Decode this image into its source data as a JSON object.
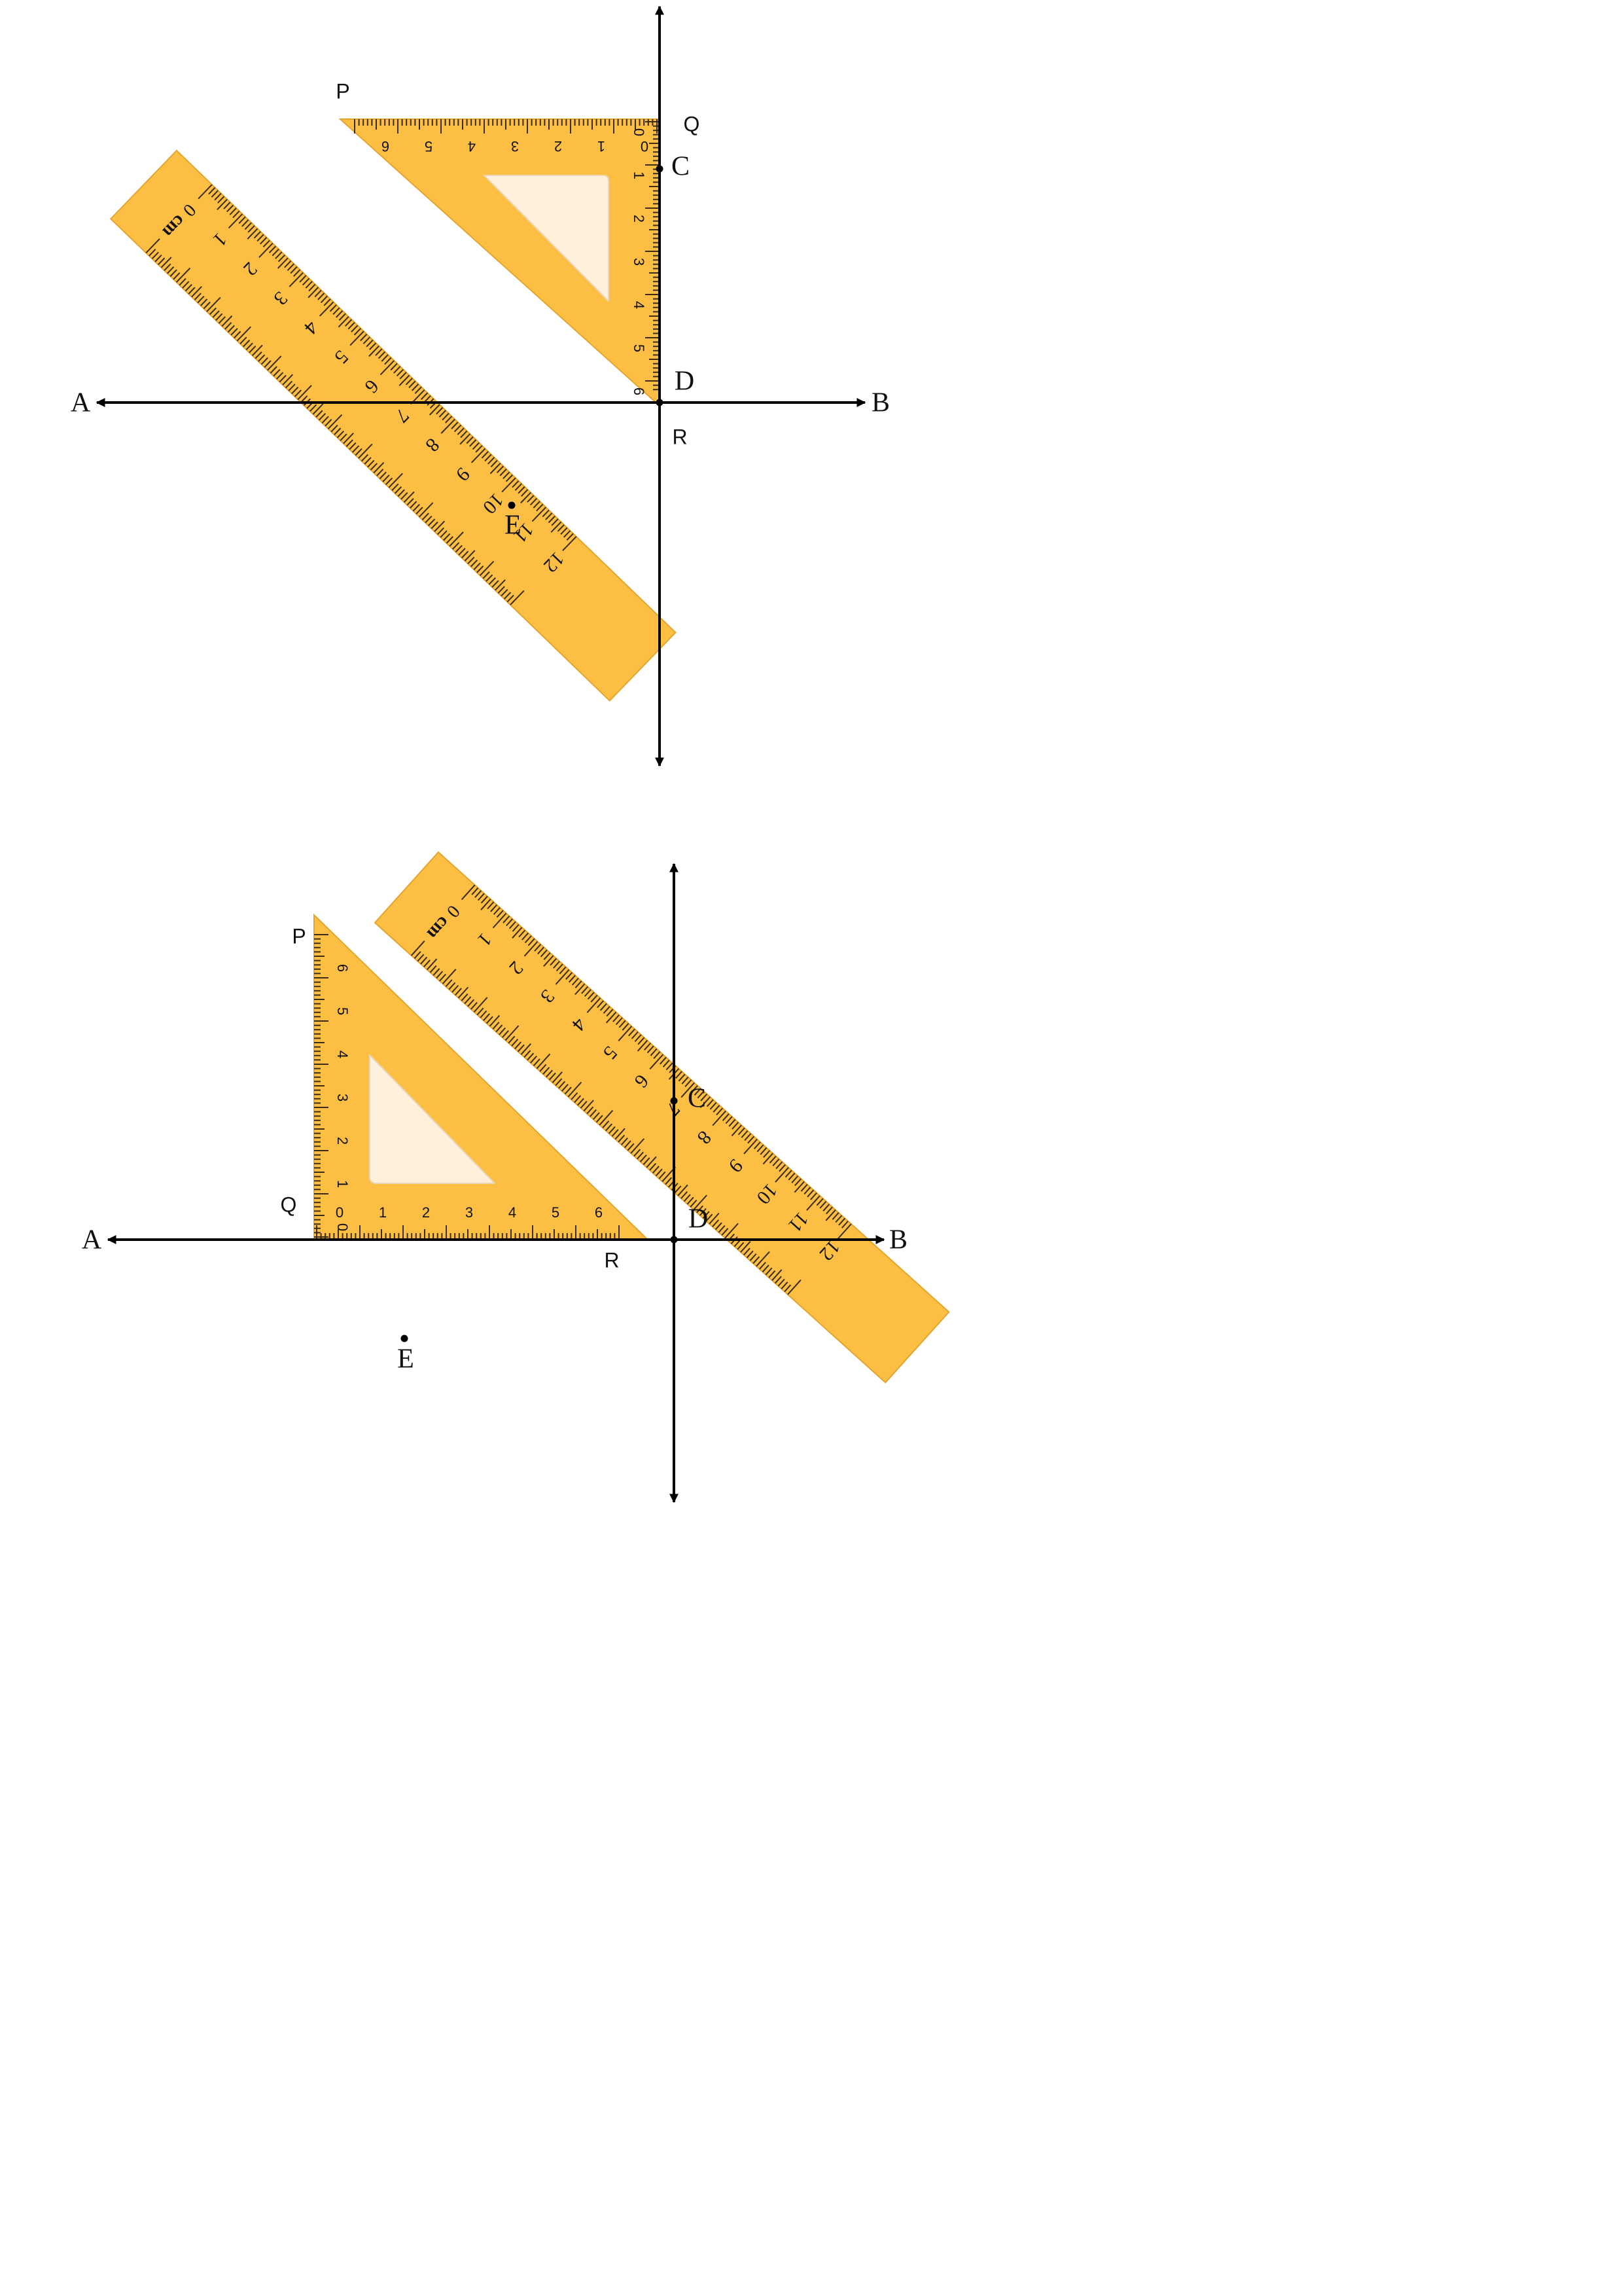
{
  "colors": {
    "instrument_fill": "#FDBE44",
    "instrument_stroke": "#E4A52E",
    "tick_color": "#3a2c12",
    "cutout_fill": "#FFF0DC",
    "line_color": "#000000"
  },
  "figures": [
    {
      "point_labels": {
        "A": "A",
        "B": "B",
        "C": "C",
        "D": "D",
        "E": "E"
      },
      "set_square_labels": {
        "P": "P",
        "Q": "Q",
        "R": "R"
      },
      "ruler": {
        "zero_label": "0",
        "unit_label": "cm",
        "numbers": [
          "1",
          "2",
          "3",
          "4",
          "5",
          "6",
          "7",
          "8",
          "9",
          "10",
          "11",
          "12"
        ]
      },
      "set_square_scale_a": [
        "0",
        "1",
        "2",
        "3",
        "4",
        "5",
        "6"
      ],
      "set_square_scale_b": [
        "0",
        "1",
        "2",
        "3",
        "4",
        "5",
        "6"
      ]
    },
    {
      "point_labels": {
        "A": "A",
        "B": "B",
        "C": "C",
        "D": "D",
        "E": "E"
      },
      "set_square_labels": {
        "P": "P",
        "Q": "Q",
        "R": "R"
      },
      "ruler": {
        "zero_label": "0",
        "unit_label": "cm",
        "numbers": [
          "1",
          "2",
          "3",
          "4",
          "5",
          "6",
          "7",
          "8",
          "9",
          "10",
          "11",
          "12"
        ]
      },
      "set_square_scale_a": [
        "0",
        "1",
        "2",
        "3",
        "4",
        "5",
        "6"
      ],
      "set_square_scale_b": [
        "0",
        "1",
        "2",
        "3",
        "4",
        "5",
        "6"
      ]
    }
  ]
}
